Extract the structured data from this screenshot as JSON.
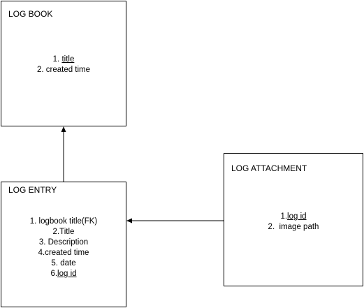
{
  "entities": {
    "log_book": {
      "title": "LOG BOOK",
      "fields": [
        {
          "num": "1. ",
          "name": "title",
          "key": true
        },
        {
          "num": "2. ",
          "name": "created time",
          "key": false
        }
      ]
    },
    "log_entry": {
      "title": "LOG ENTRY",
      "fields": [
        {
          "num": "1. ",
          "name": "logbook title(FK)",
          "key": false
        },
        {
          "num": "2.",
          "name": "Title",
          "key": false
        },
        {
          "num": "3. ",
          "name": "Description",
          "key": false
        },
        {
          "num": "4.",
          "name": "created time",
          "key": false
        },
        {
          "num": "5. ",
          "name": "date",
          "key": false
        },
        {
          "num": "6.",
          "name": "log id",
          "key": true
        }
      ]
    },
    "log_attachment": {
      "title": "LOG ATTACHMENT",
      "fields": [
        {
          "num": "1.",
          "name": "log id",
          "key": true
        },
        {
          "num": "2.  ",
          "name": "image path",
          "key": false
        }
      ]
    }
  },
  "relationships": [
    {
      "from": "log_entry",
      "to": "log_book"
    },
    {
      "from": "log_attachment",
      "to": "log_entry"
    }
  ],
  "colors": {
    "stroke": "#000000",
    "background": "#ffffff"
  }
}
